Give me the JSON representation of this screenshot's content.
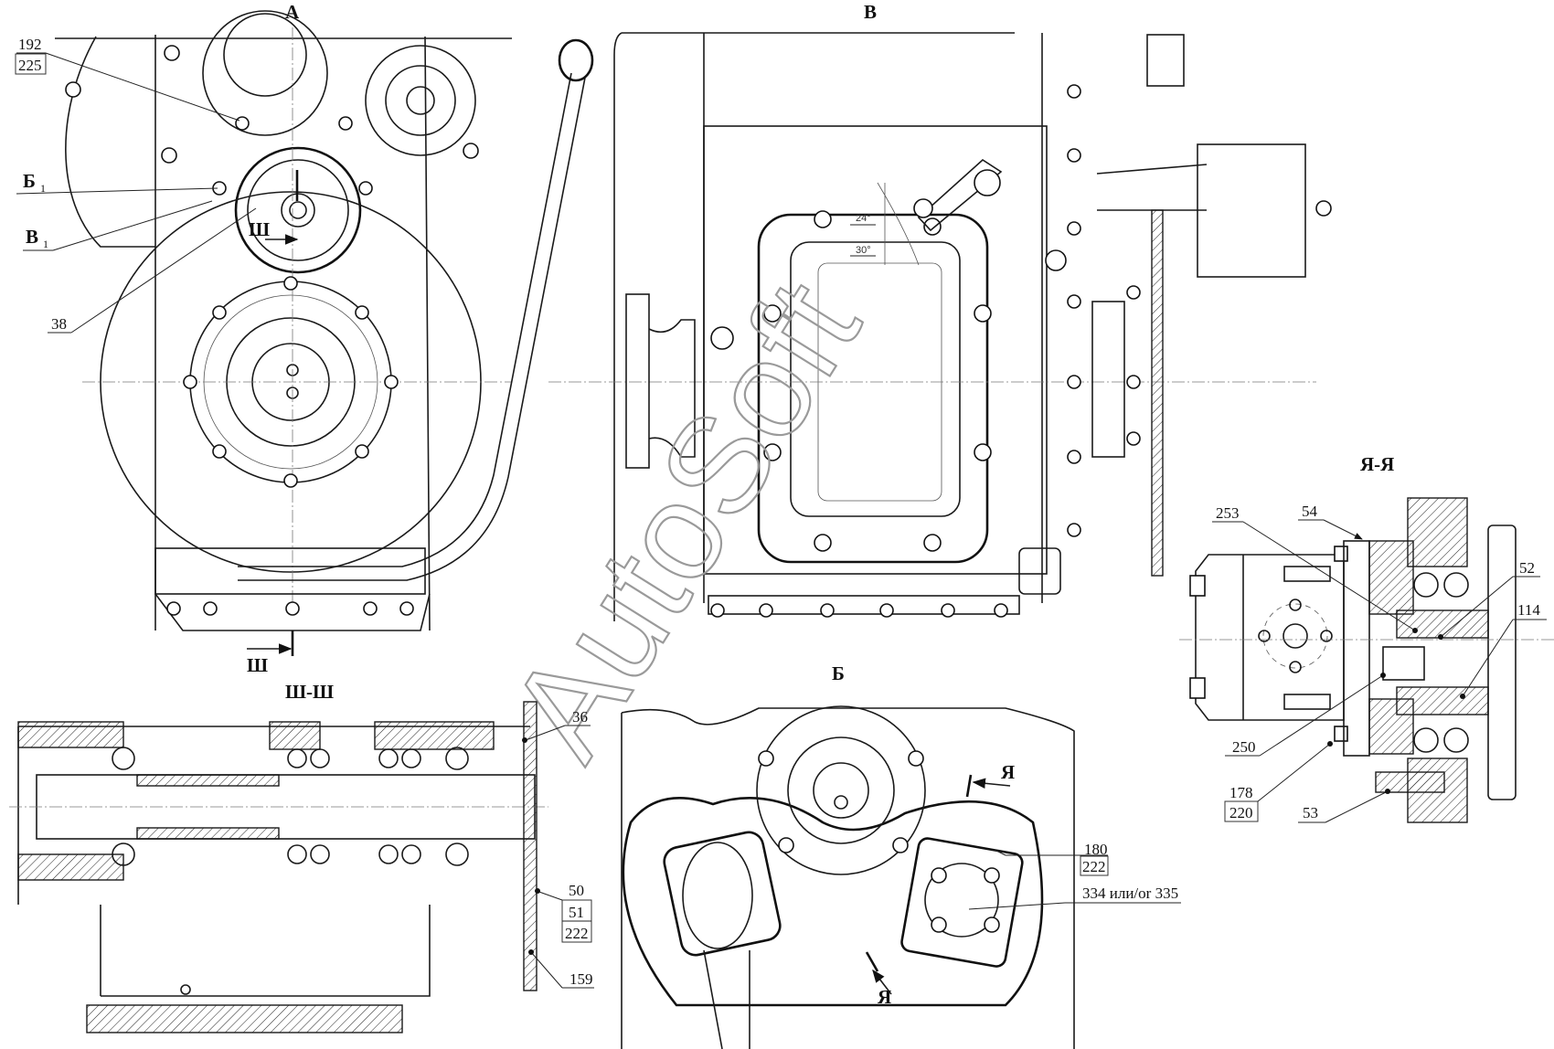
{
  "drawing": {
    "type": "engineering assembly drawing",
    "watermark": "AutoSoft",
    "views": [
      {
        "id": "A",
        "title": "А"
      },
      {
        "id": "V",
        "title": "В"
      },
      {
        "id": "B",
        "title": "Б"
      },
      {
        "id": "ShSh",
        "title": "Ш-Ш"
      },
      {
        "id": "YaYa",
        "title": "Я-Я"
      }
    ],
    "section_markers": {
      "sh": "Ш",
      "ya": "Я",
      "b1_base": "Б",
      "b1_sub": "1",
      "v1_base": "В",
      "v1_sub": "1"
    },
    "angles": {
      "a1": "24°",
      "a2": "30°"
    },
    "callouts": {
      "view_a": {
        "c192": "192",
        "c225": "225",
        "c38": "38"
      },
      "view_shsh": {
        "c36": "36",
        "c50": "50",
        "c51": "51",
        "c222": "222",
        "c159": "159"
      },
      "view_b": {
        "c180": "180",
        "c222": "222",
        "c334": "334 или/or 335"
      },
      "view_yaya": {
        "c253": "253",
        "c54": "54",
        "c52": "52",
        "c114": "114",
        "c250": "250",
        "c178": "178",
        "c220": "220",
        "c53": "53"
      }
    }
  }
}
